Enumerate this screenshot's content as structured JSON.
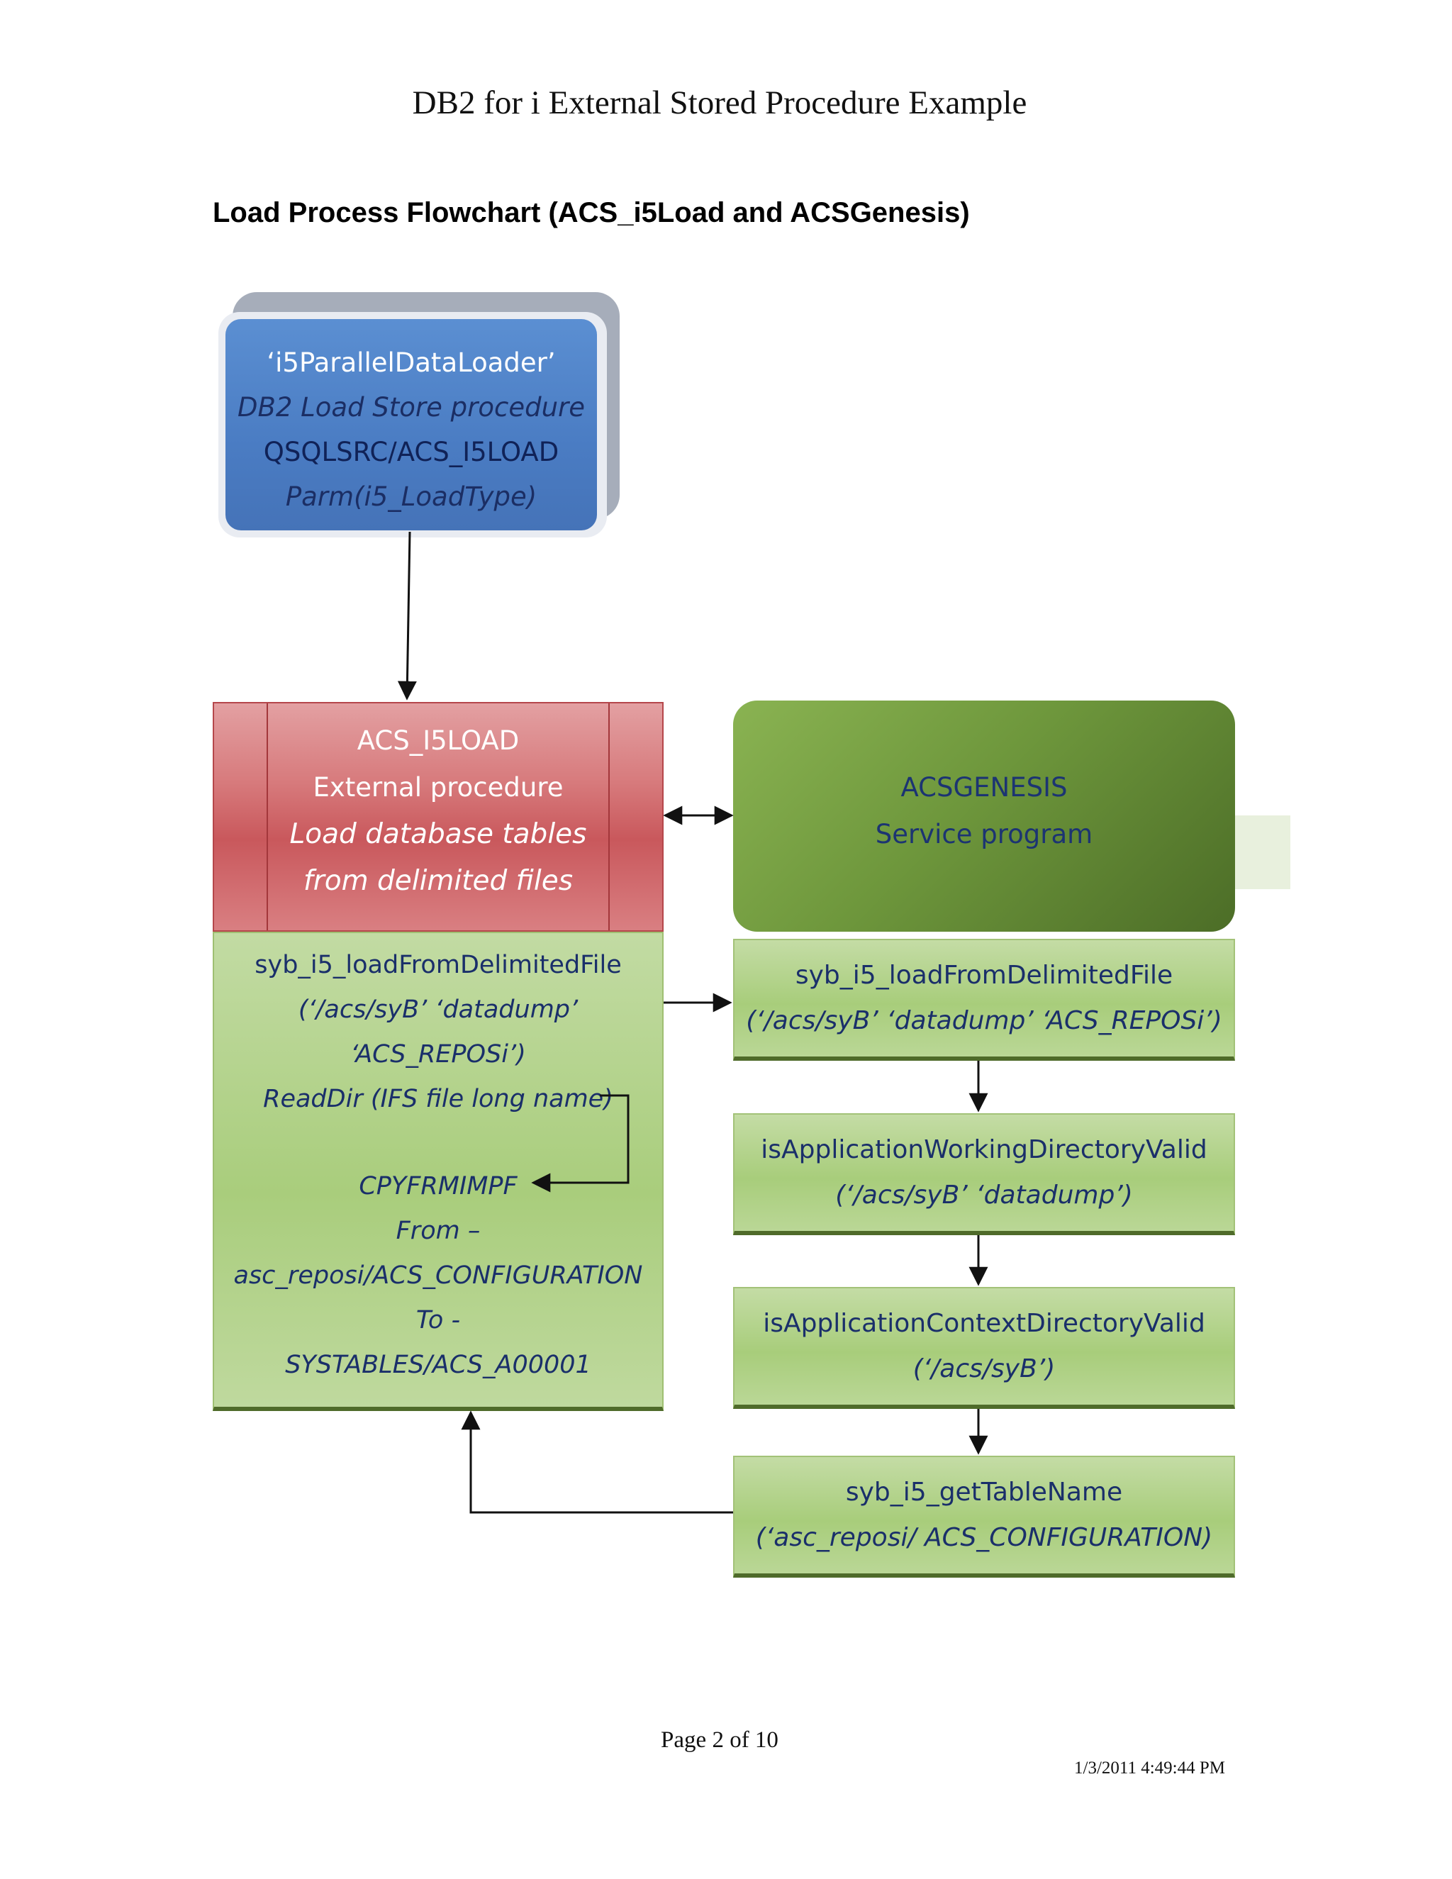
{
  "header": {
    "title": "DB2 for i External Stored Procedure Example"
  },
  "section": {
    "heading": "Load Process Flowchart  (ACS_i5Load and ACSGenesis)"
  },
  "loader_box": {
    "name": "‘i5ParallelDataLoader’",
    "desc": "DB2 Load Store procedure",
    "source": "QSQLSRC/ACS_I5LOAD",
    "parm": "Parm(i5_LoadType)"
  },
  "external_proc_box": {
    "name": "ACS_I5LOAD",
    "type": "External procedure",
    "desc1": "Load database tables",
    "desc2": "from delimited files"
  },
  "load_detail_box": {
    "call": "syb_i5_loadFromDelimitedFile",
    "args1": "(‘/acs/syB’ ‘datadump’",
    "args2": "‘ACS_REPOSi’)",
    "readdir": "ReadDir (IFS file long name)",
    "cpy": "CPYFRMIMPF",
    "from_label": "From –",
    "from_value": "asc_reposi/ACS_CONFIGURATION",
    "to_label": "To -",
    "to_value": "SYSTABLES/ACS_A00001"
  },
  "service_box": {
    "name": "ACSGENESIS",
    "type": "Service program"
  },
  "steps": [
    {
      "name": "syb_i5_loadFromDelimitedFile",
      "args": "(‘/acs/syB’ ‘datadump’ ‘ACS_REPOSi’)"
    },
    {
      "name": "isApplicationWorkingDirectoryValid",
      "args": "(‘/acs/syB’ ‘datadump’)"
    },
    {
      "name": "isApplicationContextDirectoryValid",
      "args": "(‘/acs/syB’)"
    },
    {
      "name": "syb_i5_getTableName",
      "args": "(‘asc_reposi/ ACS_CONFIGURATION)"
    }
  ],
  "footer": {
    "page": "Page 2 of 10",
    "timestamp": "1/3/2011 4:49:44 PM"
  }
}
